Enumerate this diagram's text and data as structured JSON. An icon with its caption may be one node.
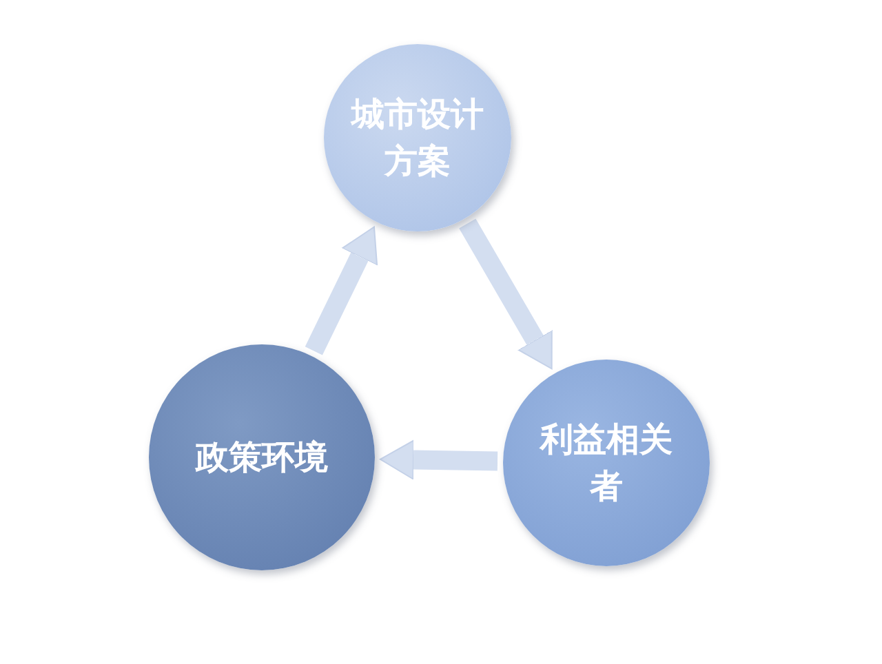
{
  "diagram": {
    "nodes": [
      {
        "text": [
          "城市设计方案"
        ]
      },
      {
        "text": [
          "政策环境"
        ]
      },
      {
        "text": [
          "利益相关者"
        ]
      }
    ],
    "edges": [
      {
        "from": 1,
        "to": 0,
        "arrow": "to"
      },
      {
        "from": 0,
        "to": 2,
        "arrow": "to"
      },
      {
        "from": 2,
        "to": 1,
        "arrow": "to"
      }
    ]
  }
}
